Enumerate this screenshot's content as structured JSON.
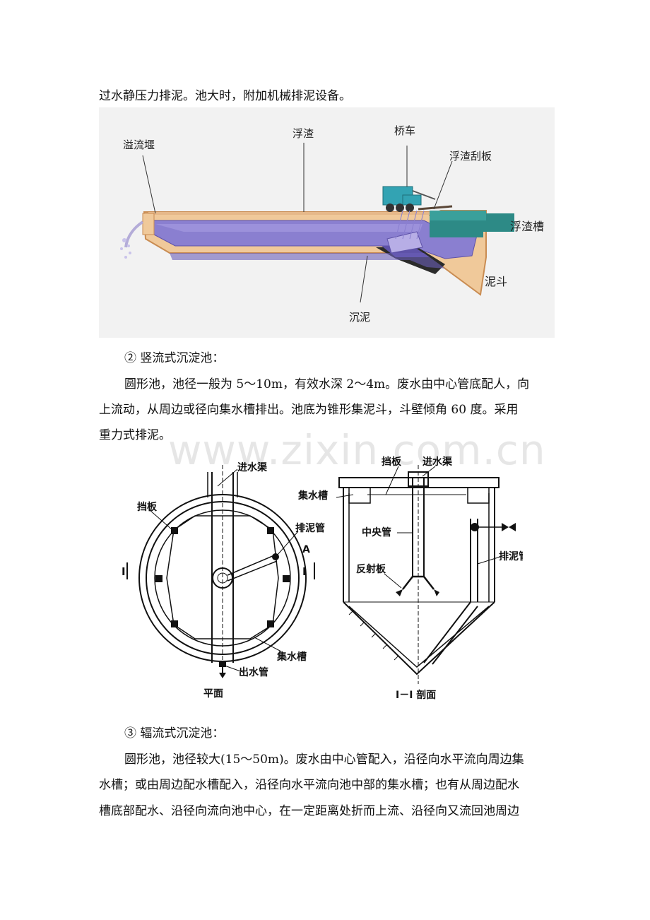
{
  "document": {
    "line_top": "过水静压力排泥。池大时，附加机械排泥设备。",
    "section2_heading": "②  竖流式沉淀池：",
    "section2_lines": [
      "圆形池，池径一般为 5～10m，有效水深 2～4m。废水由中心管底配人，向",
      "上流动，从周边或径向集水槽排出。池底为锥形集泥斗，斗壁倾角 60 度。采用",
      "重力式排泥。"
    ],
    "section3_heading": "③  辐流式沉淀池：",
    "section3_lines": [
      "圆形池，池径较大(15～50m)。废水由中心管配入，沿径向水平流向周边集",
      "水槽；或由周边配水槽配入，沿径向水平流向池中部的集水槽；也有从周边配水",
      "槽底部配水、沿径向流向池中心，在一定距离处折而上流、沿径向又流回池周边"
    ]
  },
  "watermark": "www.zixin.com.cn",
  "figure1": {
    "labels": {
      "weir": "溢流堰",
      "scum": "浮渣",
      "bridge": "桥车",
      "skimmer": "浮渣刮板",
      "scum_trough": "浮渣槽",
      "hopper": "泥斗",
      "sludge": "沉泥"
    }
  },
  "figure2": {
    "plan_labels": {
      "inlet": "进水渠",
      "baffle": "挡板",
      "sludge_pipe": "排泥管",
      "collector": "集水槽",
      "outlet": "出水管",
      "caption": "平面",
      "section_mark_left": "I",
      "section_mark_right": "I",
      "valve_mark": "A"
    },
    "section_labels": {
      "baffle": "挡板",
      "inlet": "进水渠",
      "collector": "集水槽",
      "center_pipe": "中央管",
      "sludge_pipe": "排泥管",
      "reflector": "反射板",
      "caption": "I－I 剖面"
    }
  },
  "colors": {
    "water": "#8a7fd0",
    "water_dark": "#5e52a8",
    "concrete": "#f0c99a",
    "concrete_edge": "#c98c52",
    "figure_bg": "#f2f2f2",
    "bridge": "#33a3b3",
    "scum_trough": "#2d8a86"
  }
}
